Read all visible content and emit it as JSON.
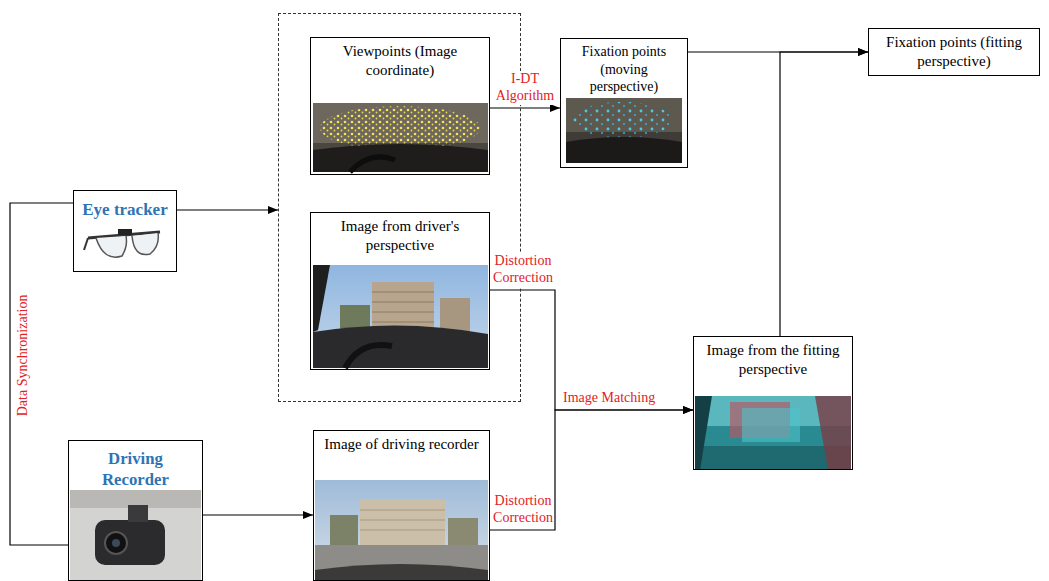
{
  "diagram": {
    "nodes": [
      {
        "text": [
          "Eye tracker"
        ]
      },
      {
        "text": []
      },
      {
        "text": [
          "Viewpoints (Image coordinate)"
        ],
        "in": 1
      },
      {
        "text": [
          "Image from driver's perspective"
        ],
        "in": 1
      },
      {
        "text": [
          "Fixation points (moving perspective)"
        ]
      },
      {
        "text": [
          "Fixation points (fitting perspective)"
        ]
      },
      {
        "text": [
          "Driving Recorder"
        ]
      },
      {
        "text": [
          "Image of driving recorder"
        ]
      },
      {
        "text": [
          "Image from the fitting perspective"
        ]
      }
    ],
    "edges": [
      {
        "from": 0,
        "to": 1,
        "arrow": "to"
      },
      {
        "from": 0,
        "to": 6,
        "arrow": "none",
        "label": "Data Synchronization"
      },
      {
        "from": 2,
        "to": 4,
        "arrow": "to",
        "label": "I-DT Algorithm"
      },
      {
        "from": 4,
        "to": 5,
        "arrow": "to"
      },
      {
        "from": 3,
        "to": 8,
        "arrow": "to",
        "label": "Distortion Correction"
      },
      {
        "from": 7,
        "to": 8,
        "arrow": "to",
        "label": "Distortion Correction"
      },
      {
        "from": 8,
        "to": 5,
        "arrow": "to"
      },
      {
        "from": 6,
        "to": 7,
        "arrow": "to"
      }
    ],
    "labels": [
      "Image Matching"
    ]
  }
}
